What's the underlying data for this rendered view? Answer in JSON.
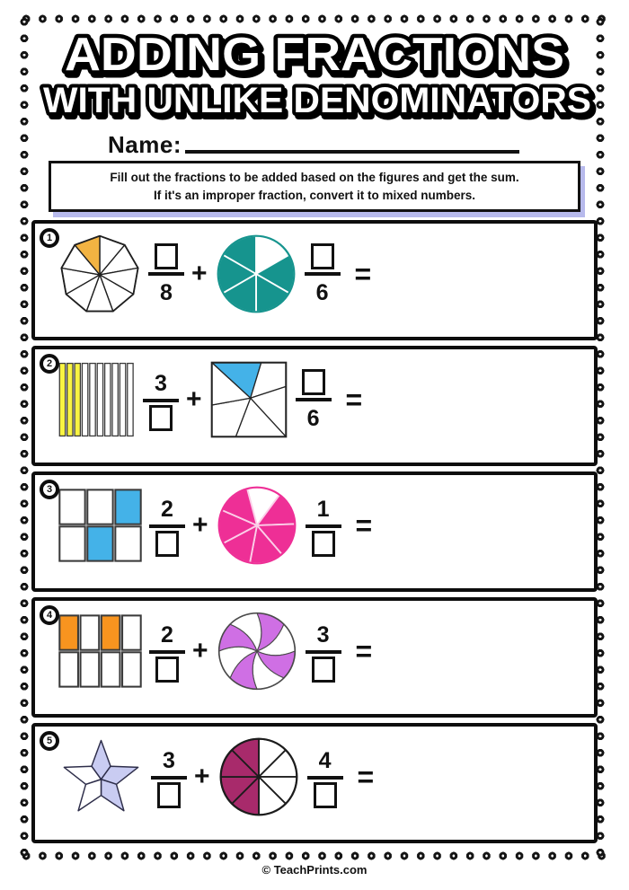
{
  "page": {
    "title_line1": "ADDING FRACTIONS",
    "title_line2": "WITH UNLIKE DENOMINATORS",
    "name_label": "Name:",
    "instructions_line1": "Fill out the fractions to be added based on the figures and get the sum.",
    "instructions_line2": "If it's an improper fraction, convert it to mixed numbers.",
    "footer": "© TeachPrints.com"
  },
  "problems": [
    {
      "number": "1",
      "figure1": {
        "type": "polygon-pie",
        "shape": "nonagon",
        "sides": 9,
        "total_parts": 9,
        "shaded_parts": 1,
        "shaded": [
          8
        ],
        "color": "#f2b342"
      },
      "fraction1": {
        "numerator": "",
        "denominator": "8"
      },
      "operator": "+",
      "figure2": {
        "type": "circle-pie",
        "total_parts": 6,
        "shaded_parts": 5,
        "shaded": [
          1,
          2,
          3,
          4,
          5
        ],
        "start_angle": 90,
        "color": "#16948e",
        "divider": "#ffffff",
        "rim": "#16948e"
      },
      "fraction2": {
        "numerator": "",
        "denominator": "6"
      },
      "equals": "="
    },
    {
      "number": "2",
      "figure1": {
        "type": "strips",
        "total_parts": 10,
        "shaded_parts": 3,
        "color": "#f9f442"
      },
      "fraction1": {
        "numerator": "3",
        "denominator": ""
      },
      "operator": "+",
      "figure2": {
        "type": "divided-square",
        "total_parts": 6,
        "shaded_parts": 1,
        "shaded": [
          0
        ],
        "color": "#44b2e8"
      },
      "fraction2": {
        "numerator": "",
        "denominator": "6"
      },
      "equals": "="
    },
    {
      "number": "3",
      "figure1": {
        "type": "grid",
        "cols": 3,
        "rows": 2,
        "total_parts": 6,
        "shaded_parts": 2,
        "shaded": [
          2,
          4
        ],
        "color": "#44b2e8"
      },
      "fraction1": {
        "numerator": "2",
        "denominator": ""
      },
      "operator": "+",
      "figure2": {
        "type": "circle-pie",
        "total_parts": 7,
        "shaded_parts": 6,
        "shaded": [
          1,
          2,
          3,
          4,
          5,
          6
        ],
        "start_angle": 105,
        "color": "#ee2f96",
        "divider": "#fbcfe8",
        "rim": "#ee2f96"
      },
      "fraction2": {
        "numerator": "1",
        "denominator": ""
      },
      "equals": "="
    },
    {
      "number": "4",
      "figure1": {
        "type": "grid",
        "cols": 4,
        "rows": 2,
        "total_parts": 8,
        "shaded_parts": 2,
        "shaded": [
          0,
          2
        ],
        "color": "#f8941f"
      },
      "fraction1": {
        "numerator": "2",
        "denominator": ""
      },
      "operator": "+",
      "figure2": {
        "type": "pinwheel",
        "total_parts": 8,
        "shaded_parts": 4,
        "color": "#cf6fe4"
      },
      "fraction2": {
        "numerator": "3",
        "denominator": ""
      },
      "equals": "="
    },
    {
      "number": "5",
      "figure1": {
        "type": "star",
        "points": 5,
        "total_parts": 5,
        "shaded_parts": 3,
        "shaded": [
          0,
          1,
          2
        ],
        "color": "#c9ccf2"
      },
      "fraction1": {
        "numerator": "3",
        "denominator": ""
      },
      "operator": "+",
      "figure2": {
        "type": "circle-pie",
        "total_parts": 8,
        "shaded_parts": 4,
        "shaded": [
          4,
          5,
          6,
          7
        ],
        "start_angle": 90,
        "color": "#a82a6b",
        "divider": "#1c1c1c",
        "rim": "#1c1c1c"
      },
      "fraction2": {
        "numerator": "4",
        "denominator": ""
      },
      "equals": "="
    }
  ]
}
